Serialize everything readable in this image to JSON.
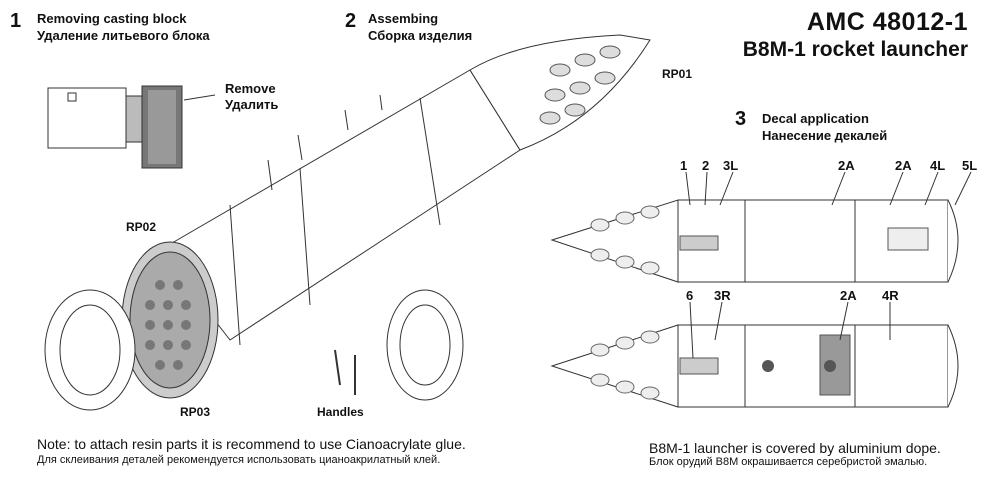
{
  "header": {
    "code": "AMC 48012-1",
    "product": "B8M-1  rocket launcher"
  },
  "steps": [
    {
      "num": "1",
      "title_en": "Removing casting block",
      "title_ru": "Удаление литьевого блока"
    },
    {
      "num": "2",
      "title_en": "Assembing",
      "title_ru": "Сборка изделия"
    },
    {
      "num": "3",
      "title_en": "Decal application",
      "title_ru": "Нанесение декалей"
    }
  ],
  "remove_label": {
    "en": "Remove",
    "ru": "Удалить"
  },
  "parts": {
    "rp01": "RP01",
    "rp02": "RP02",
    "rp03": "RP03",
    "handles": "Handles"
  },
  "decal_callouts_top": [
    "1",
    "2",
    "3L",
    "2A",
    "2A",
    "4L",
    "5L"
  ],
  "decal_callouts_bottom": [
    "6",
    "3R",
    "2A",
    "4R"
  ],
  "notes": {
    "left_en": "Note: to attach resin parts it is recommend to use Cianoacrylate glue.",
    "left_ru": "Для склеивания деталей рекомендуется использовать цианоакрилатный клей.",
    "right_en": "B8M-1 launcher is covered by aluminium dope.",
    "right_ru": "Блок орудий B8M окрашивается серебристой эмалью."
  },
  "colors": {
    "line": "#333333",
    "fill_light": "#e8e8e8",
    "fill_mid": "#9a9a9a",
    "fill_dark": "#555555"
  }
}
